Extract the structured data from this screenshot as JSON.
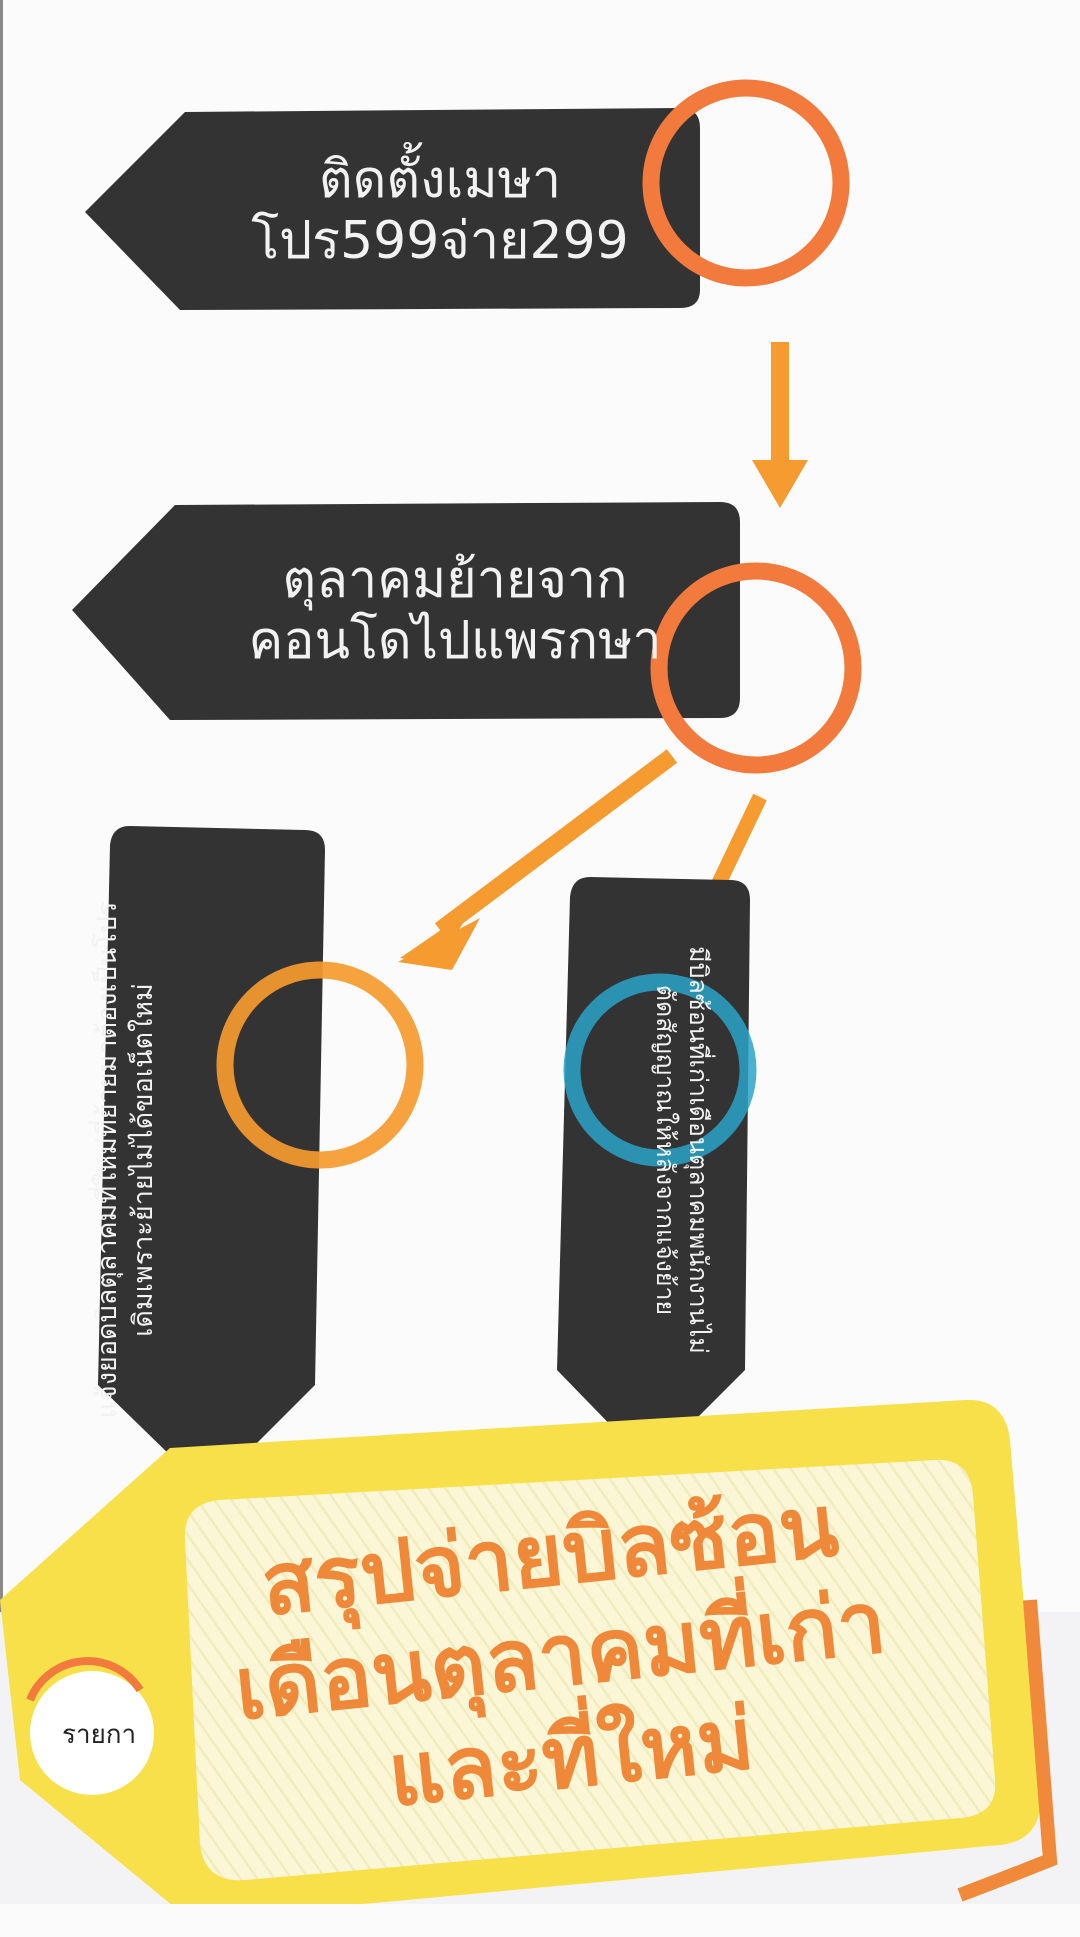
{
  "colors": {
    "box": "#333333",
    "ring_orange": "#f37a3d",
    "ring_amber": "#f59b2f",
    "ring_blue": "#2aa3c9",
    "arrow": "#f59b2f",
    "tag": "#f8e04b",
    "title": "#f0883a"
  },
  "nodes": {
    "install": {
      "lines": [
        "ติดตั้งเมษา",
        "โปร599จ่าย299"
      ]
    },
    "move": {
      "lines": [
        "ตุลาคมย้ายจาก",
        "คอนโดไปแพรกษา"
      ]
    },
    "left_note": {
      "text": "แจ้งยอดบิลตุลาคมที่ใหม่ที่ย้ายมาต้องเป็นโปรเดิมเพราะย้ายไม่ได้ขอเน็ตใหม่"
    },
    "right_note": {
      "text": "มีบิลซ้อนที่เก่าเดือนตุลาคมพนักงานไม่ตัดสัญญาณให้หลังจากแจ้งย้าย"
    }
  },
  "summary": {
    "lines": [
      "สรุปจ่ายบิลซ้อน",
      "เดือนตุลาคมที่เก่า",
      "และที่ใหม่"
    ]
  },
  "side_label": "รายกา"
}
